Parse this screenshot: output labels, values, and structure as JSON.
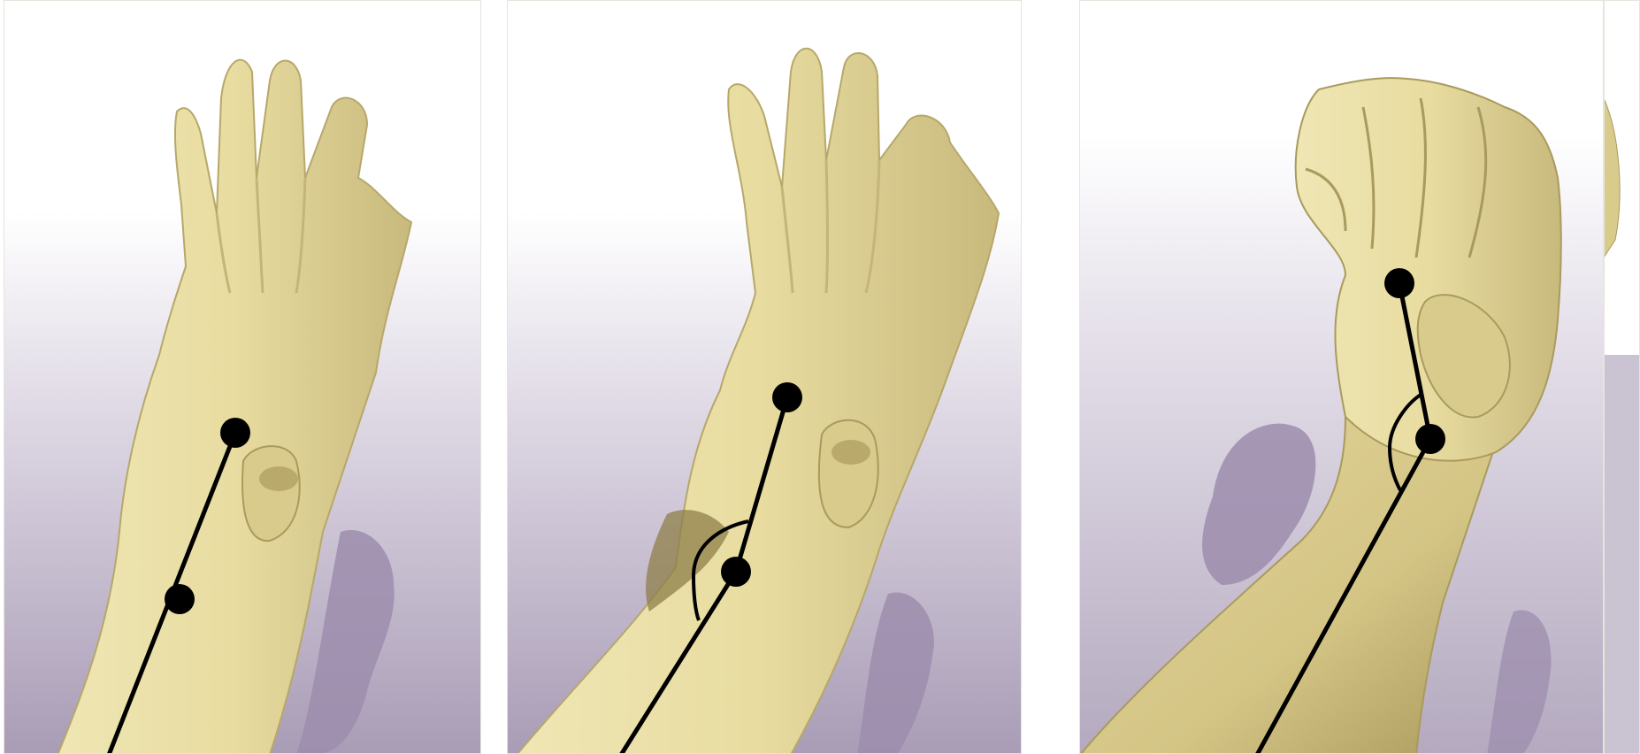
{
  "figure": {
    "panels": [
      {
        "id": "panel-1",
        "hand_pose": "open-hand",
        "joint_markers": 2,
        "angle_arc": false
      },
      {
        "id": "panel-2",
        "hand_pose": "open-hand-bent-wrist",
        "joint_markers": 2,
        "angle_arc": true
      },
      {
        "id": "panel-3",
        "hand_pose": "closed-fist",
        "joint_markers": 2,
        "angle_arc": true
      }
    ],
    "colors": {
      "skin": "#e8dca0",
      "skin_shadow": "#b7a76a",
      "background_gradient_top": "#ffffff",
      "background_gradient_bottom": "#a99cb6",
      "cast_shadow": "#9c8dad",
      "marker": "#000000"
    }
  }
}
